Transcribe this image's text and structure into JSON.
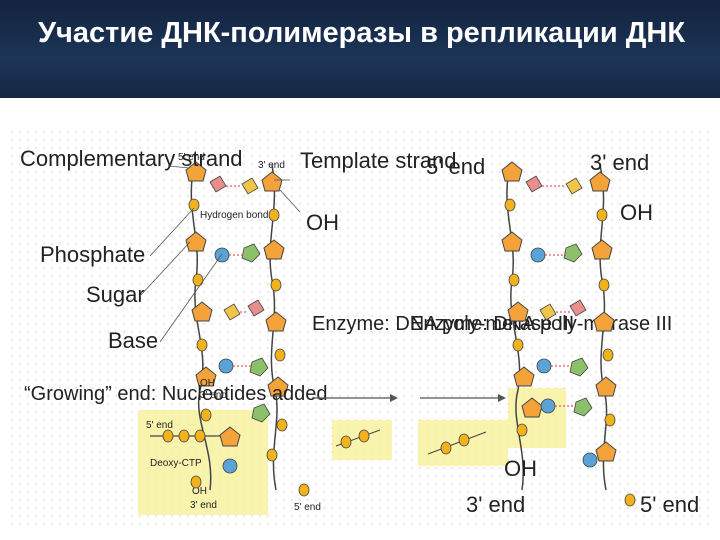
{
  "slide": {
    "title": "Участие ДНК-полимеразы в репликации ДНК"
  },
  "figure": {
    "left": {
      "complementary_strand": "Complementary strand",
      "five_end_top": "5' end",
      "three_end_top": "3' end",
      "template_strand": "Template strand",
      "hydrogen_bond": "Hydrogen bond",
      "oh_top": "OH",
      "phosphate": "Phosphate",
      "sugar": "Sugar",
      "base": "Base",
      "growing_end": "“Growing” end: Nucleotides added",
      "oh_mid": "OH",
      "three_end_mid": "3' end",
      "five_end_box": "5' end",
      "deoxy_ctp": "Deoxy-CTP",
      "oh_box": "OH",
      "three_end_box": "3' end",
      "five_end_bottom": "5' end"
    },
    "middle": {
      "enzyme_left": "Enzyme: DNA poly-merase III",
      "enzyme_right": "Enzyme: DNA poly-merase III"
    },
    "right": {
      "five_end_top": "5' end",
      "three_end_top": "3' end",
      "oh_top": "OH",
      "oh_bottom": "OH",
      "three_end_bottom": "3' end",
      "five_end_bottom": "5' end"
    },
    "colors": {
      "sugar": "#f4a23a",
      "phosphate": "#f2b21c",
      "base_t": "#e98d8d",
      "base_a": "#f0c64a",
      "base_c": "#5aa3d6",
      "base_g": "#8cc06b",
      "highlight": "#f7f2a0"
    }
  }
}
